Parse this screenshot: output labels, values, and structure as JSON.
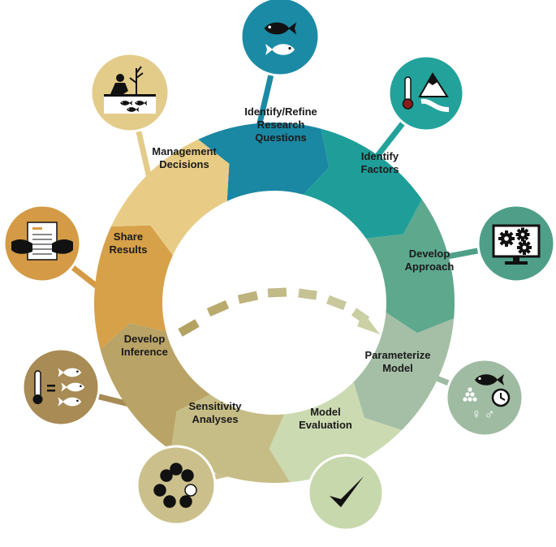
{
  "segments": [
    {
      "id": "identify-refine",
      "lines": [
        "Identify/Refine",
        "Research",
        "Questions"
      ],
      "color": "#1a87a3",
      "node_color": "#1b8aa5",
      "icon": "fish-pair-icon"
    },
    {
      "id": "identify-factors",
      "lines": [
        "Identify",
        "Factors"
      ],
      "color": "#1f9e99",
      "node_color": "#22a29b",
      "icon": "thermometer-mountain-river-icon"
    },
    {
      "id": "develop-approach",
      "lines": [
        "Develop",
        "Approach"
      ],
      "color": "#5ea88e",
      "node_color": "#4f9f88",
      "icon": "computer-gears-icon"
    },
    {
      "id": "parameterize-model",
      "lines": [
        "Parameterize",
        "Model"
      ],
      "color": "#a5bfa6",
      "node_color": "#9fbba2",
      "icon": "fish-clock-sex-icon"
    },
    {
      "id": "model-evaluation",
      "lines": [
        "Model",
        "Evaluation"
      ],
      "color": "#cbdab1",
      "node_color": "#c8d8ad",
      "icon": "checkmark-icon"
    },
    {
      "id": "sensitivity-analyses",
      "lines": [
        "Sensitivity",
        "Analyses"
      ],
      "color": "#c6bd86",
      "node_color": "#cbc08c",
      "icon": "dots-circles-icon"
    },
    {
      "id": "develop-inference",
      "lines": [
        "Develop",
        "Inference"
      ],
      "color": "#b9a366",
      "node_color": "#a88b55",
      "icon": "thermometer-equals-fish-icon"
    },
    {
      "id": "share-results",
      "lines": [
        "Share",
        "Results"
      ],
      "color": "#d7a149",
      "node_color": "#d49a45",
      "icon": "hands-document-icon"
    },
    {
      "id": "management-decisions",
      "lines": [
        "Management",
        "Decisions"
      ],
      "color": "#e8cc85",
      "node_color": "#e3cb8a",
      "icon": "person-planting-fish-icon"
    }
  ],
  "arrow_color": "#c9cf9f"
}
